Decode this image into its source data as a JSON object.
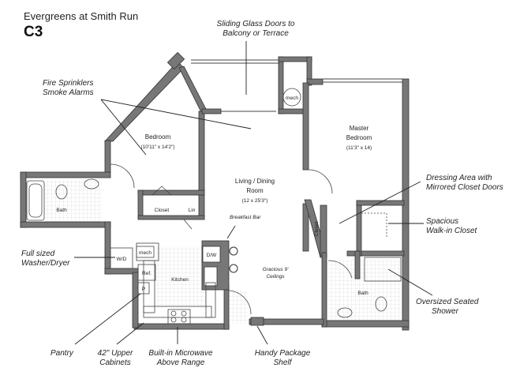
{
  "header": {
    "property": "Evergreens at Smith Run",
    "unit": "C3"
  },
  "rooms": {
    "bedroom": {
      "name": "Bedroom",
      "dims": "(10'11\" x 14'2\")"
    },
    "master": {
      "name_line1": "Master",
      "name_line2": "Bedroom",
      "dims": "(11'3\" x 14)"
    },
    "living": {
      "name_line1": "Living / Dining",
      "name_line2": "Room",
      "dims": "(12 x 25'3\")"
    },
    "bath_left": "Bath",
    "bath_right": "Bath",
    "closet": "Closet",
    "closet_vertical": "Closet",
    "lin": "Lin",
    "kitchen": "Kitchen",
    "mech_top": "mech",
    "mech_small": "mech",
    "wd": "W/D",
    "ref": "Ref.",
    "pantry_p": "P",
    "dw": "D/W",
    "breakfast_bar": "Breakfast Bar",
    "ceilings_line1": "Gracious 9'",
    "ceilings_line2": "Ceilings"
  },
  "annotations": {
    "sliding_doors": [
      "Sliding Glass Doors to",
      "Balcony or Terrace"
    ],
    "sprinklers": [
      "Fire Sprinklers",
      "Smoke Alarms"
    ],
    "dressing": [
      "Dressing Area with",
      "Mirrored Closet Doors"
    ],
    "walkin": [
      "Spacious",
      "Walk-in Closet"
    ],
    "washer": [
      "Full sized",
      "Washer/Dryer"
    ],
    "shower": [
      "Oversized Seated",
      "Shower"
    ],
    "pantry": [
      "Pantry"
    ],
    "cabinets": [
      "42\" Upper",
      "Cabinets"
    ],
    "microwave": [
      "Built-in Microwave",
      "Above Range"
    ],
    "package": [
      "Handy Package",
      "Shelf"
    ]
  }
}
